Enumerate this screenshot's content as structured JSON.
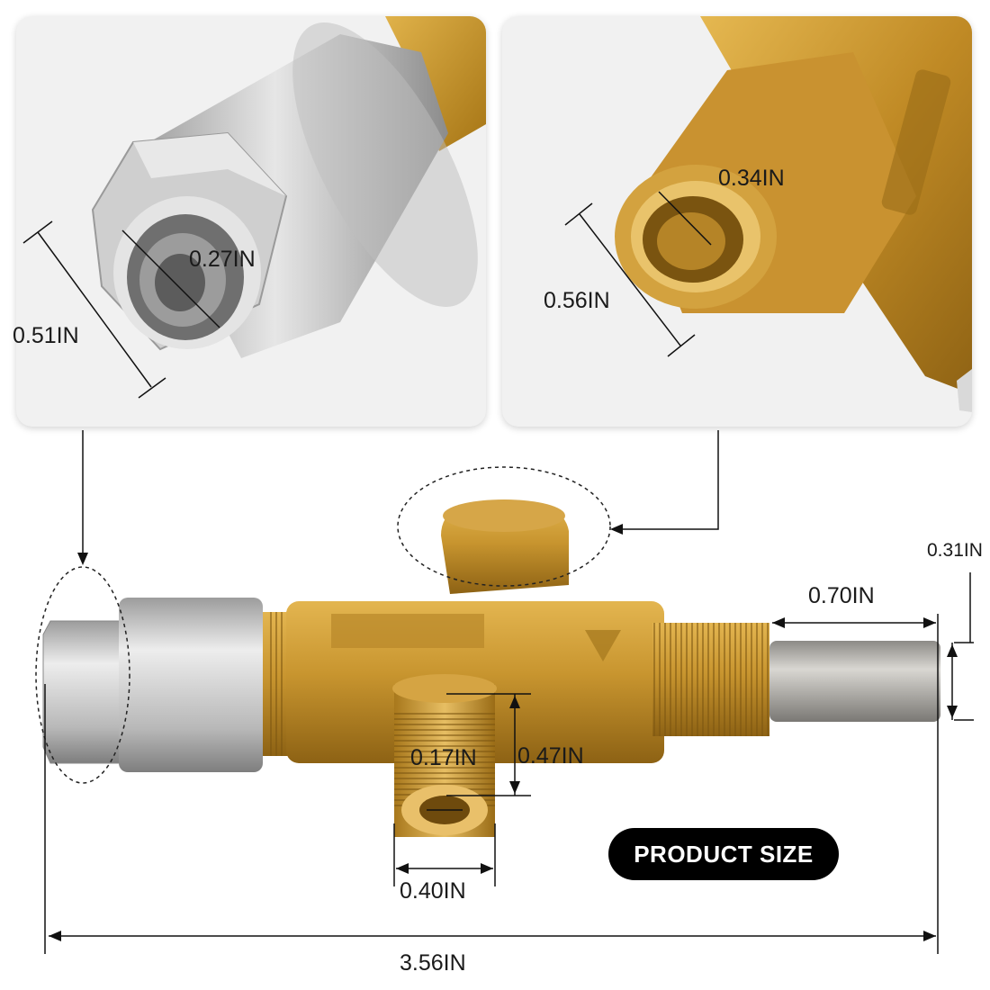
{
  "labels": {
    "nut_inner": "0.27IN",
    "nut_outer": "0.51IN",
    "port_inner": "0.34IN",
    "port_outer": "0.56IN",
    "stem_diameter": "0.31IN",
    "stem_length": "0.70IN",
    "inlet_inner": "0.17IN",
    "inlet_length": "0.47IN",
    "inlet_outer": "0.40IN",
    "total_length": "3.56IN"
  },
  "badge": "PRODUCT SIZE",
  "colors": {
    "brass": "#c9962e",
    "brass_dark": "#8a6212",
    "steel": "#c4c4c4",
    "steel_dark": "#8d8d8d",
    "badge_bg": "#000000"
  }
}
